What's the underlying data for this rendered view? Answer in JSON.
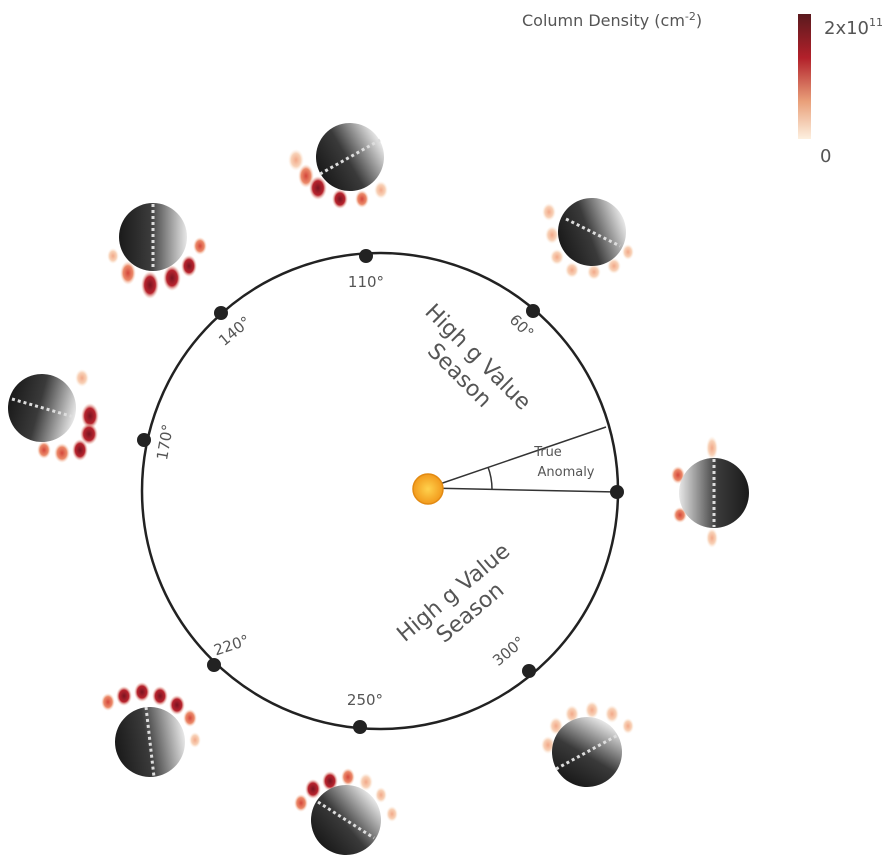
{
  "legend": {
    "title": "Column Density (cm",
    "title_sup": "-2",
    "title_close": ")",
    "max_label": "2x10",
    "max_sup": "11",
    "min_label": "0",
    "colors": [
      "#5a1a1e",
      "#b2202a",
      "#e07a5a",
      "#fbe3c8"
    ]
  },
  "orbit": {
    "angle_labels": [
      "110°",
      "60°",
      "140°",
      "170°",
      "220°",
      "250°",
      "300°"
    ],
    "season_upper": [
      "High g Value",
      "Season"
    ],
    "season_lower": [
      "High g Value",
      "Season"
    ],
    "anomaly_label": [
      "True",
      "Anomaly"
    ],
    "sun_color": "#f5b52e"
  }
}
